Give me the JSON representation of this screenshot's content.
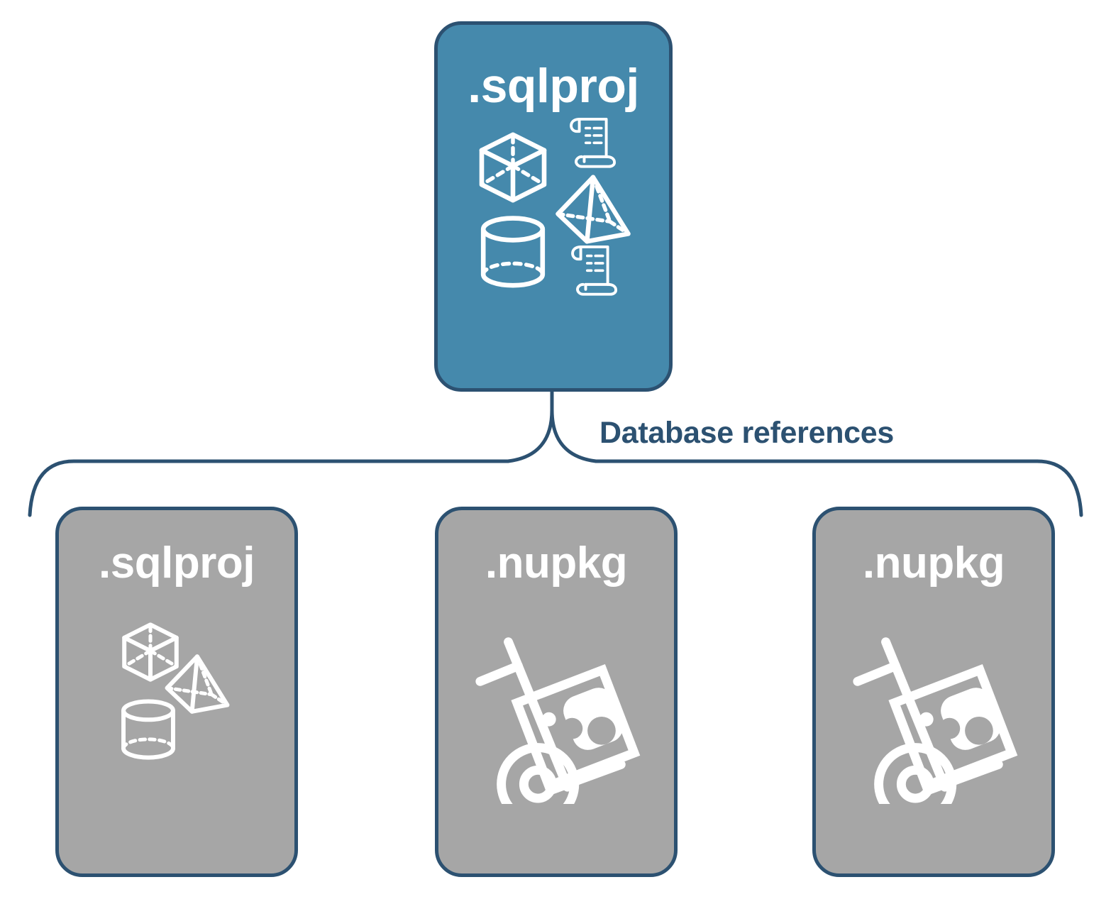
{
  "diagram": {
    "title": "Database references",
    "colors": {
      "primary_fill": "#4589ac",
      "reference_fill": "#a6a6a6",
      "stroke": "#2c5171",
      "icon": "#ffffff",
      "background": "#ffffff"
    },
    "connector": {
      "label": "Database references",
      "style": "curly-brace",
      "from": "sqlproj-main",
      "to": [
        "ref-sqlproj",
        "ref-nupkg-1",
        "ref-nupkg-2"
      ]
    },
    "primary_node": {
      "id": "sqlproj-main",
      "label": ".sqlproj",
      "fill": "#4589ac",
      "icons": [
        "cube-icon",
        "scroll-icon",
        "pyramid-icon",
        "cylinder-icon",
        "scroll-icon"
      ]
    },
    "reference_nodes": [
      {
        "id": "ref-sqlproj",
        "label": ".sqlproj",
        "fill": "#a6a6a6",
        "icons": [
          "cube-icon",
          "pyramid-icon",
          "cylinder-icon"
        ]
      },
      {
        "id": "ref-nupkg-1",
        "label": ".nupkg",
        "fill": "#a6a6a6",
        "icons": [
          "hand-truck-package-icon"
        ]
      },
      {
        "id": "ref-nupkg-2",
        "label": ".nupkg",
        "fill": "#a6a6a6",
        "icons": [
          "hand-truck-package-icon"
        ]
      }
    ]
  }
}
